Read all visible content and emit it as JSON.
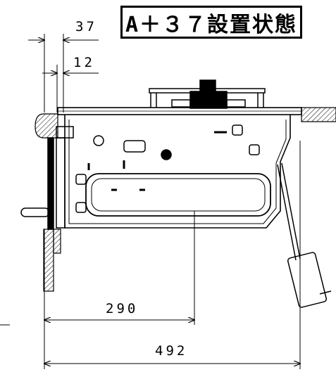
{
  "title": "A＋３７設置状態",
  "dimensions": {
    "d37": "37",
    "d12": "12",
    "d290": "290",
    "d492": "492"
  }
}
